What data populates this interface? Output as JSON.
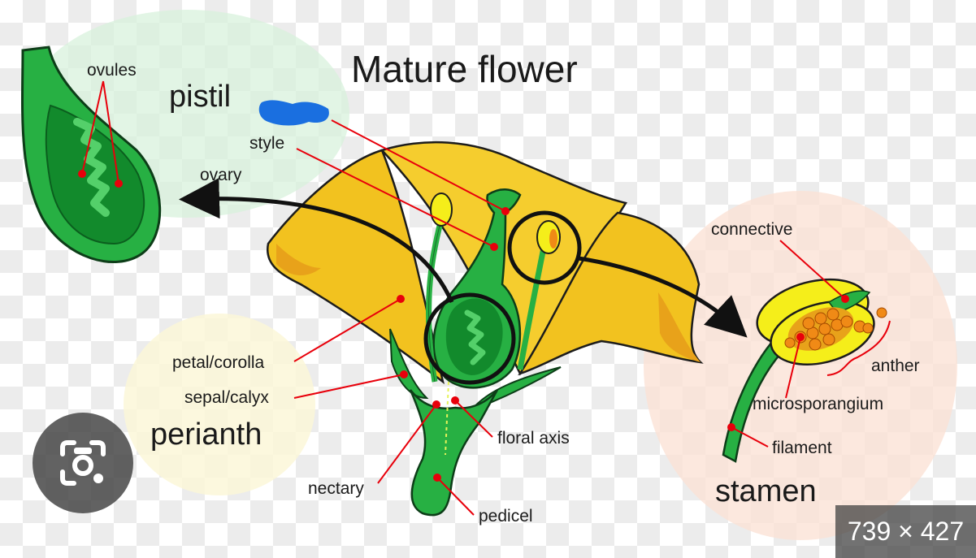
{
  "title": "Mature flower",
  "labels": {
    "ovules": "ovules",
    "pistil": "pistil",
    "style": "style",
    "ovary": "ovary",
    "connective": "connective",
    "petal_corolla": "petal/corolla",
    "sepal_calyx": "sepal/calyx",
    "perianth": "perianth",
    "anther": "anther",
    "microsporangium": "microsporangium",
    "floral_axis": "floral axis",
    "filament": "filament",
    "nectary": "nectary",
    "pedicel": "pedicel",
    "stamen": "stamen"
  },
  "overlay": {
    "image_size": "739 × 427",
    "lens_icon": "camera-search-icon"
  },
  "colors": {
    "petal": "#f2c21f",
    "petal_shade": "#e8a21a",
    "green_dark": "#128a2c",
    "green": "#27b043",
    "green_light": "#54d06a",
    "anther_yellow": "#f5ee1a",
    "pollen": "#f08a16",
    "pointer": "#e8000b",
    "arrow": "#111111",
    "scribble": "#1a6fe0"
  }
}
